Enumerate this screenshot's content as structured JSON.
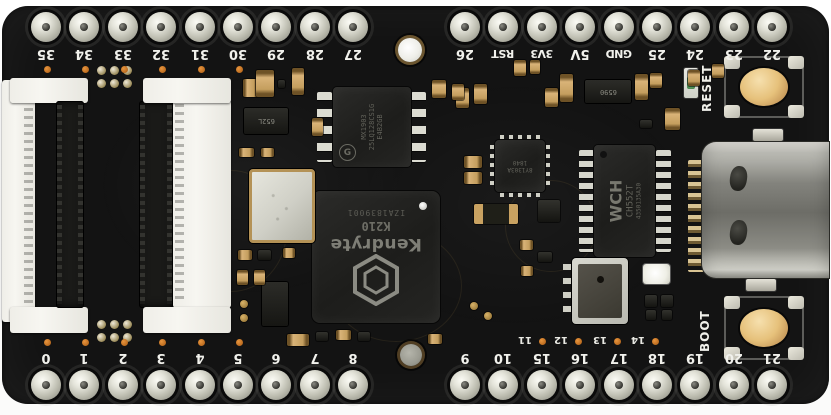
{
  "board": {
    "top_pins": [
      "35",
      "34",
      "33",
      "32",
      "31",
      "30",
      "29",
      "28",
      "27",
      "26",
      "RST",
      "3V3",
      "5V",
      "GND",
      "25",
      "24",
      "23",
      "22"
    ],
    "bottom_pins": [
      "0",
      "1",
      "2",
      "3",
      "4",
      "5",
      "6",
      "7",
      "8",
      "9",
      "10",
      "15",
      "16",
      "17",
      "18",
      "19",
      "20",
      "21"
    ],
    "inner_pin_labels": [
      "11",
      "12",
      "13",
      "14"
    ],
    "buttons": {
      "reset_label": "RESET",
      "boot_label": "BOOT"
    },
    "chips": {
      "k210": {
        "brand": "Kendryte",
        "model": "K210",
        "serial": "IZA1839001"
      },
      "flash": {
        "logo_letter": "G",
        "line1": "MX1903",
        "line2": "25LQ128CS1G",
        "line3": "E4B2GB"
      },
      "usb_mcu": {
        "logo": "WCH",
        "model": "CH552T",
        "serial": "4350135A30"
      },
      "pmic": {
        "line1": "8Y1303A",
        "line2": "1840"
      },
      "regulator": {
        "marking": "652L"
      },
      "diode": {
        "marking": "6590"
      }
    },
    "colors": {
      "pcb": "#131313",
      "pin_silver": "#d9d9d0",
      "pad_orange": "#c8731f",
      "button_gold": "#e6c17b",
      "silkscreen": "#f1f1ec",
      "usb_metal": "#8c8c85",
      "connector_white": "#f2f1ec"
    }
  }
}
